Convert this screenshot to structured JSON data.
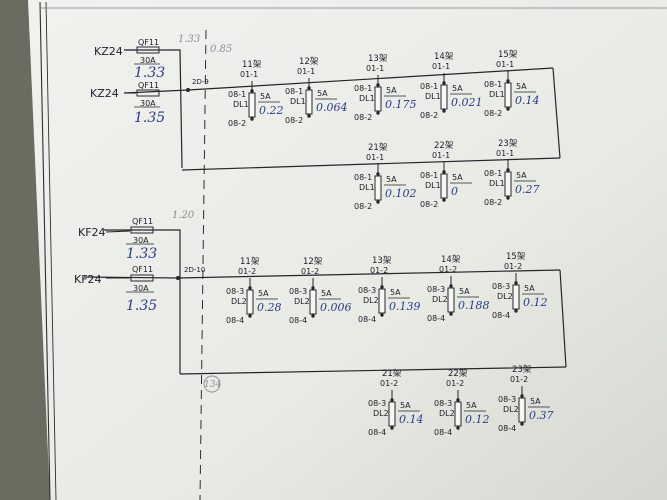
{
  "colors": {
    "ink": "#24262e",
    "pen": "#2a3c8c",
    "pencil": "#8d8d95",
    "paper": "#e9ebe6"
  },
  "sources": {
    "top": [
      {
        "feeder": "KZ24",
        "breaker": "QF11",
        "rating": "30A",
        "reading": "1.33"
      },
      {
        "feeder": "KZ24",
        "breaker": "QF11",
        "rating": "30A",
        "reading": "1.35"
      }
    ],
    "bottom": [
      {
        "feeder": "KF24",
        "breaker": "QF11",
        "rating": "30A",
        "reading": "1.33"
      },
      {
        "feeder": "KF24",
        "breaker": "QF11",
        "rating": "30A",
        "reading": "1.35"
      }
    ]
  },
  "top_bus_label": "2D-9",
  "bottom_bus_label": "2D-10",
  "pencil_notes": {
    "top_a": "1.33",
    "top_b": "0.85",
    "mid": "1.20",
    "bottom": "134"
  },
  "blocks": [
    {
      "row1": [
        {
          "rack": "11架",
          "port": "01-1",
          "in": "08-1",
          "out": "08-2",
          "dl": "DL1",
          "fuse": "5A",
          "reading": "0.22"
        },
        {
          "rack": "12架",
          "port": "01-1",
          "in": "08-1",
          "out": "08-2",
          "dl": "DL1",
          "fuse": "5A",
          "reading": "0.064"
        },
        {
          "rack": "13架",
          "port": "01-1",
          "in": "08-1",
          "out": "08-2",
          "dl": "DL1",
          "fuse": "5A",
          "reading": "0.175"
        },
        {
          "rack": "14架",
          "port": "01-1",
          "in": "08-1",
          "out": "08-2",
          "dl": "DL1",
          "fuse": "5A",
          "reading": "0.021"
        },
        {
          "rack": "15架",
          "port": "01-1",
          "in": "08-1",
          "out": "08-2",
          "dl": "DL1",
          "fuse": "5A",
          "reading": "0.14"
        }
      ],
      "row2": [
        {
          "rack": "21架",
          "port": "01-1",
          "in": "08-1",
          "out": "08-2",
          "dl": "DL1",
          "fuse": "5A",
          "reading": "0.102"
        },
        {
          "rack": "22架",
          "port": "01-1",
          "in": "08-1",
          "out": "08-2",
          "dl": "DL1",
          "fuse": "5A",
          "reading": "0"
        },
        {
          "rack": "23架",
          "port": "01-1",
          "in": "08-1",
          "out": "08-2",
          "dl": "DL1",
          "fuse": "5A",
          "reading": "0.27"
        }
      ]
    },
    {
      "row1": [
        {
          "rack": "11架",
          "port": "01-2",
          "in": "08-3",
          "out": "08-4",
          "dl": "DL2",
          "fuse": "5A",
          "reading": "0.28"
        },
        {
          "rack": "12架",
          "port": "01-2",
          "in": "08-3",
          "out": "08-4",
          "dl": "DL2",
          "fuse": "5A",
          "reading": "0.006"
        },
        {
          "rack": "13架",
          "port": "01-2",
          "in": "08-3",
          "out": "08-4",
          "dl": "DL2",
          "fuse": "5A",
          "reading": "0.139"
        },
        {
          "rack": "14架",
          "port": "01-2",
          "in": "08-3",
          "out": "08-4",
          "dl": "DL2",
          "fuse": "5A",
          "reading": "0.188"
        },
        {
          "rack": "15架",
          "port": "01-2",
          "in": "08-3",
          "out": "08-4",
          "dl": "DL2",
          "fuse": "5A",
          "reading": "0.12"
        }
      ],
      "row2": [
        {
          "rack": "21架",
          "port": "01-2",
          "in": "08-3",
          "out": "08-4",
          "dl": "DL2",
          "fuse": "5A",
          "reading": "0.14"
        },
        {
          "rack": "22架",
          "port": "01-2",
          "in": "08-3",
          "out": "08-4",
          "dl": "DL2",
          "fuse": "5A",
          "reading": "0.12"
        },
        {
          "rack": "23架",
          "port": "01-2",
          "in": "08-3",
          "out": "08-4",
          "dl": "DL2",
          "fuse": "5A",
          "reading": "0.37"
        }
      ]
    }
  ]
}
